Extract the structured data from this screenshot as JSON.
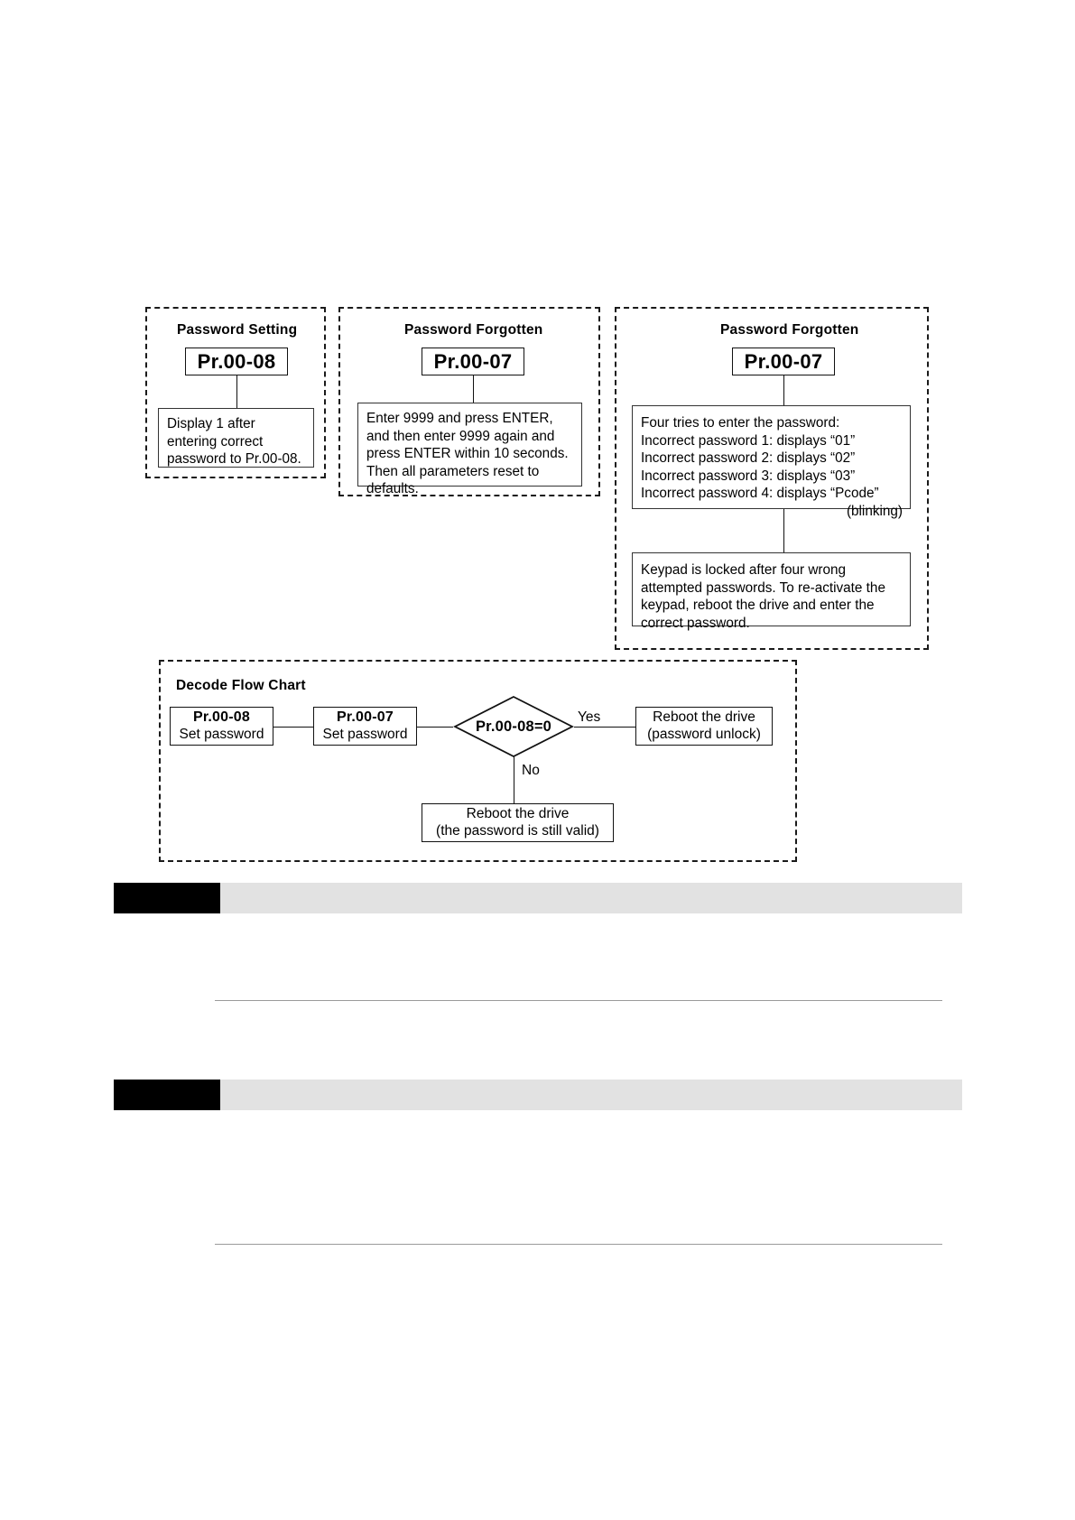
{
  "panels": [
    {
      "title": "Password Setting",
      "param": "Pr.00-08",
      "body": "Display 1 after entering correct password to Pr.00-08."
    },
    {
      "title": "Password Forgotten",
      "param": "Pr.00-07",
      "body": "Enter 9999 and press ENTER, and then enter 9999 again and press ENTER within 10 seconds. Then all parameters reset to defaults."
    },
    {
      "title": "Password Forgotten",
      "param": "Pr.00-07",
      "lines": [
        "Four tries to enter the password:",
        "Incorrect password 1: displays “01”",
        "Incorrect password 2: displays “02”",
        "Incorrect password 3: displays “03”",
        "Incorrect password 4: displays “Pcode”"
      ],
      "note_right": "(blinking)",
      "locked_box": "Keypad is locked after four wrong attempted passwords. To re-activate the keypad, reboot the drive and enter the correct password."
    }
  ],
  "flowchart": {
    "title": "Decode Flow Chart",
    "step1": {
      "code": "Pr.00-08",
      "action": "Set password"
    },
    "step2": {
      "code": "Pr.00-07",
      "action": "Set password"
    },
    "decision": "Pr.00-08=0",
    "yes_label": "Yes",
    "no_label": "No",
    "yes_box": {
      "line1": "Reboot the drive",
      "line2": "(password unlock)"
    },
    "no_box": {
      "line1": "Reboot the drive",
      "line2": "(the password is still valid)"
    }
  },
  "colors": {
    "ink": "#000000",
    "box_border": "#111111",
    "panel_dash": "#1a1a1a",
    "bar_black": "#000000",
    "bar_grey": "#e2e2e2",
    "rule": "#9a9a9a"
  }
}
